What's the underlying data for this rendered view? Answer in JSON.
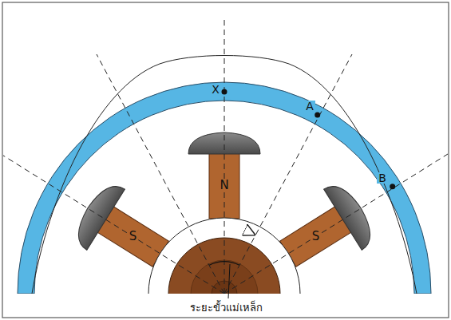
{
  "diagram": {
    "labels": [
      "X",
      "A",
      "B",
      "N",
      "S",
      "S",
      "ระยะขั้วแม่เหล็ก"
    ]
  }
}
